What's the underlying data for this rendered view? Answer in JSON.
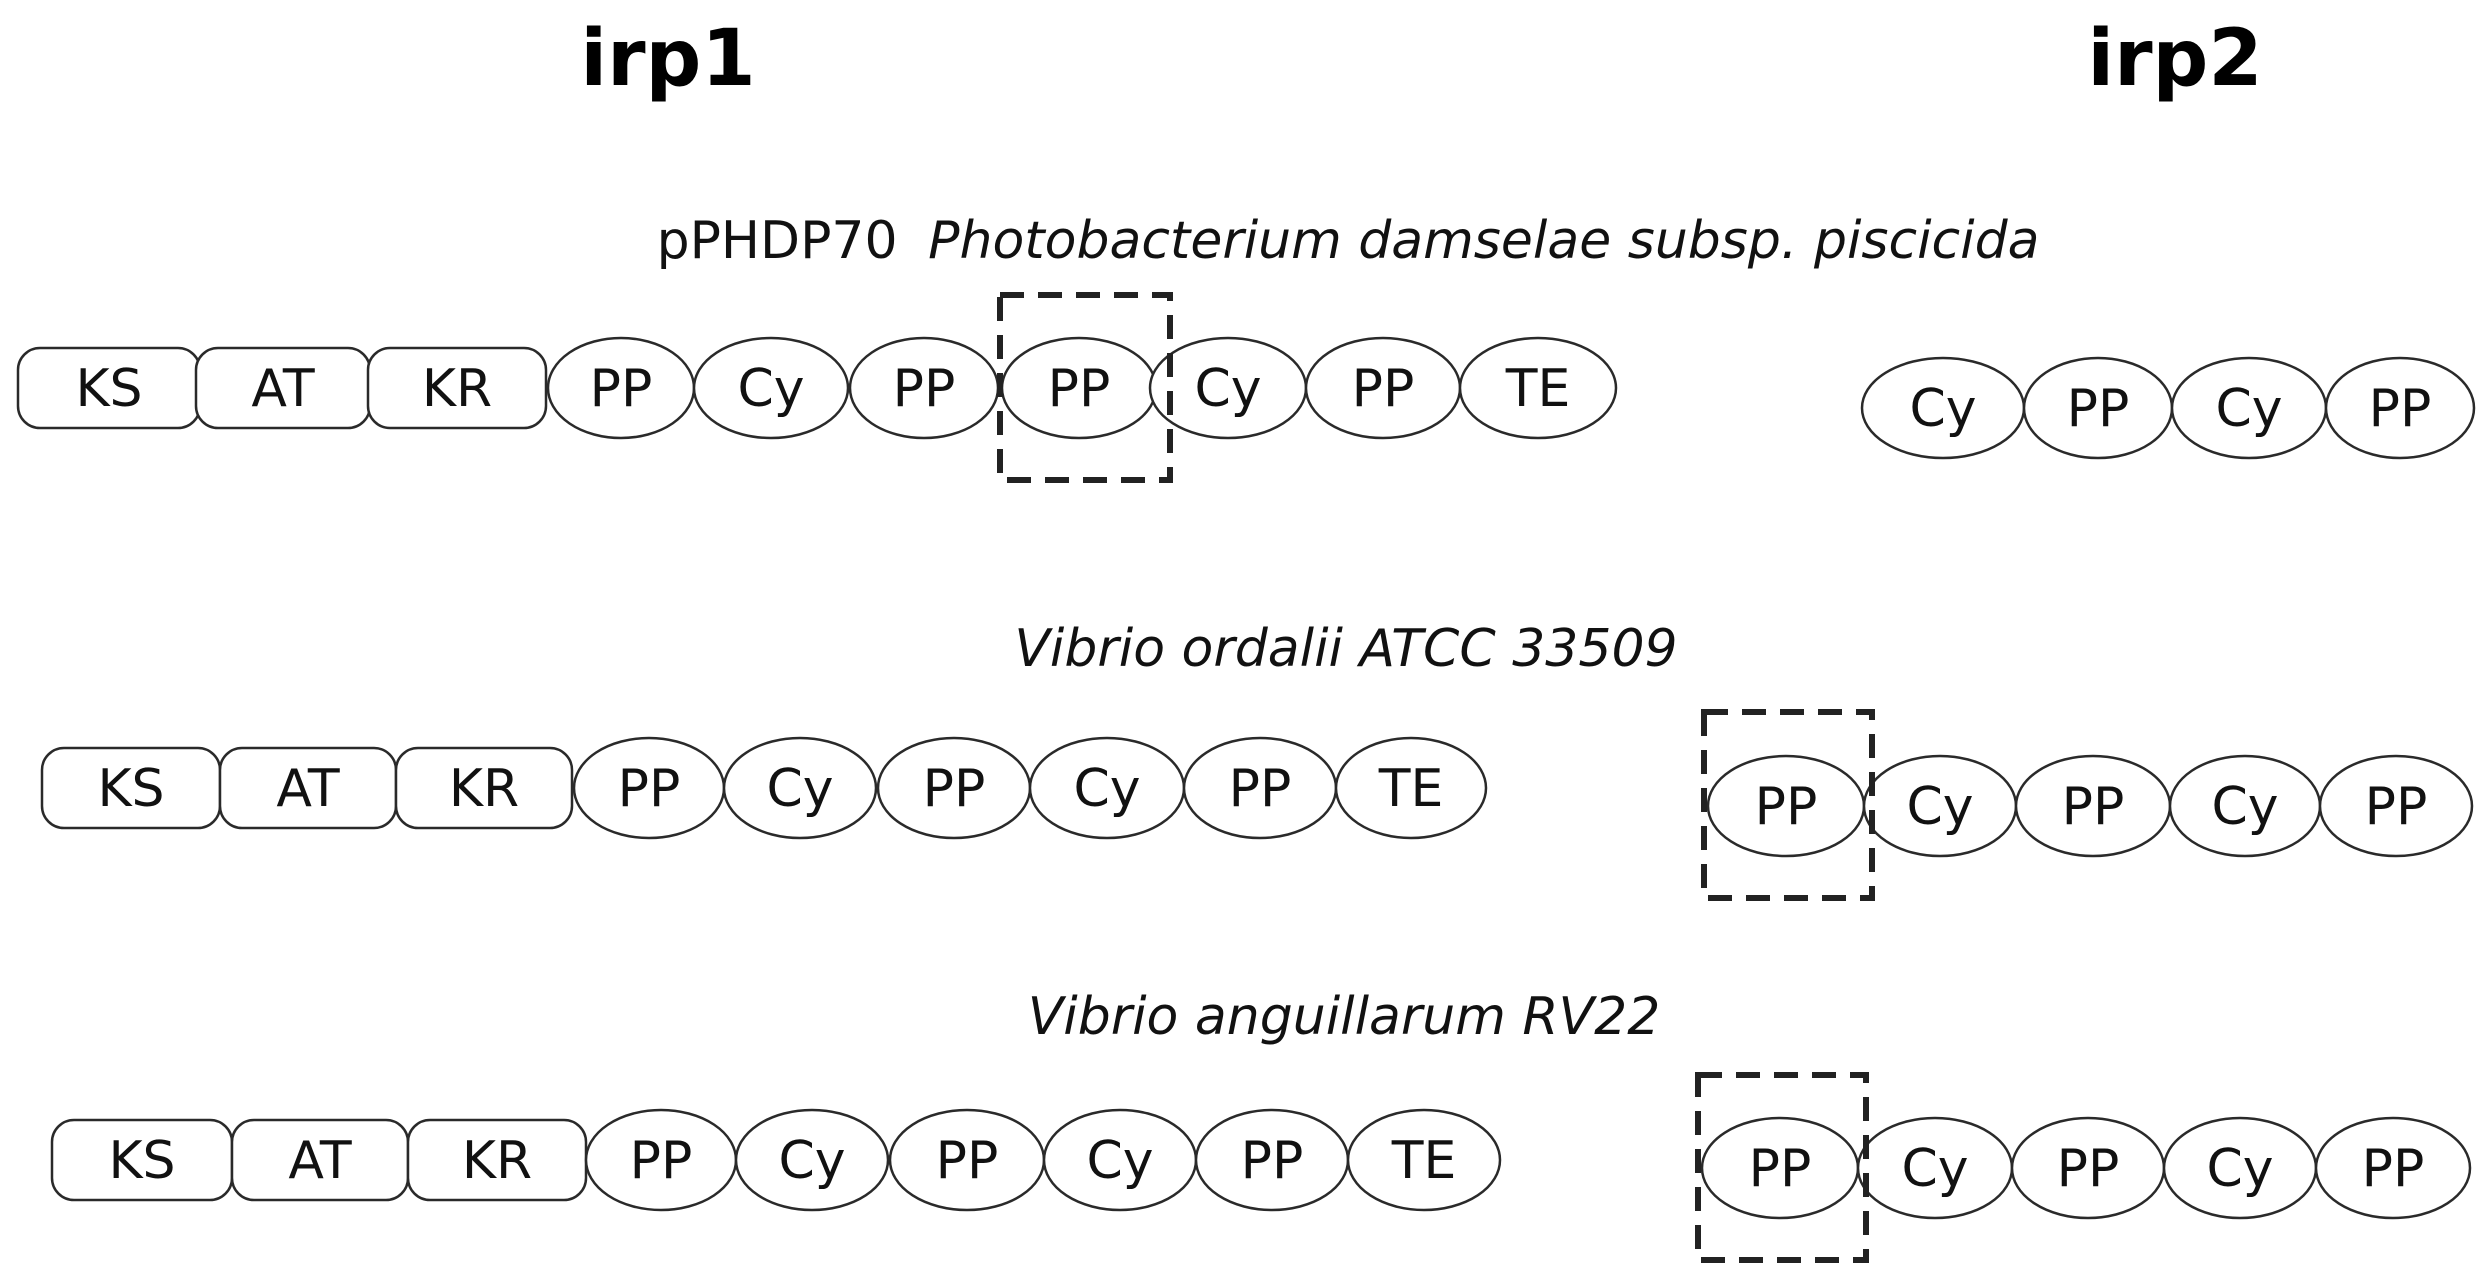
{
  "headings": {
    "left": "irp1",
    "right": "irp2"
  },
  "rows": [
    {
      "prefix": "pPHDP70",
      "organism": "Photobacterium damselae subsp. piscicida",
      "irp1_domains": [
        "KS",
        "AT",
        "KR",
        "PP",
        "Cy",
        "PP",
        "PP",
        "Cy",
        "PP",
        "TE"
      ],
      "irp2_domains": [
        "Cy",
        "PP",
        "Cy",
        "PP"
      ],
      "highlight": "irp1 domain 7 (PP)"
    },
    {
      "prefix": "",
      "organism": "Vibrio ordalii ATCC 33509",
      "irp1_domains": [
        "KS",
        "AT",
        "KR",
        "PP",
        "Cy",
        "PP",
        "Cy",
        "PP",
        "TE"
      ],
      "irp2_domains": [
        "PP",
        "Cy",
        "PP",
        "Cy",
        "PP"
      ],
      "highlight": "irp2 domain 1 (PP)"
    },
    {
      "prefix": "",
      "organism": "Vibrio anguillarum RV22",
      "irp1_domains": [
        "KS",
        "AT",
        "KR",
        "PP",
        "Cy",
        "PP",
        "Cy",
        "PP",
        "TE"
      ],
      "irp2_domains": [
        "PP",
        "Cy",
        "PP",
        "Cy",
        "PP"
      ],
      "highlight": "irp2 domain 1 (PP)"
    }
  ]
}
